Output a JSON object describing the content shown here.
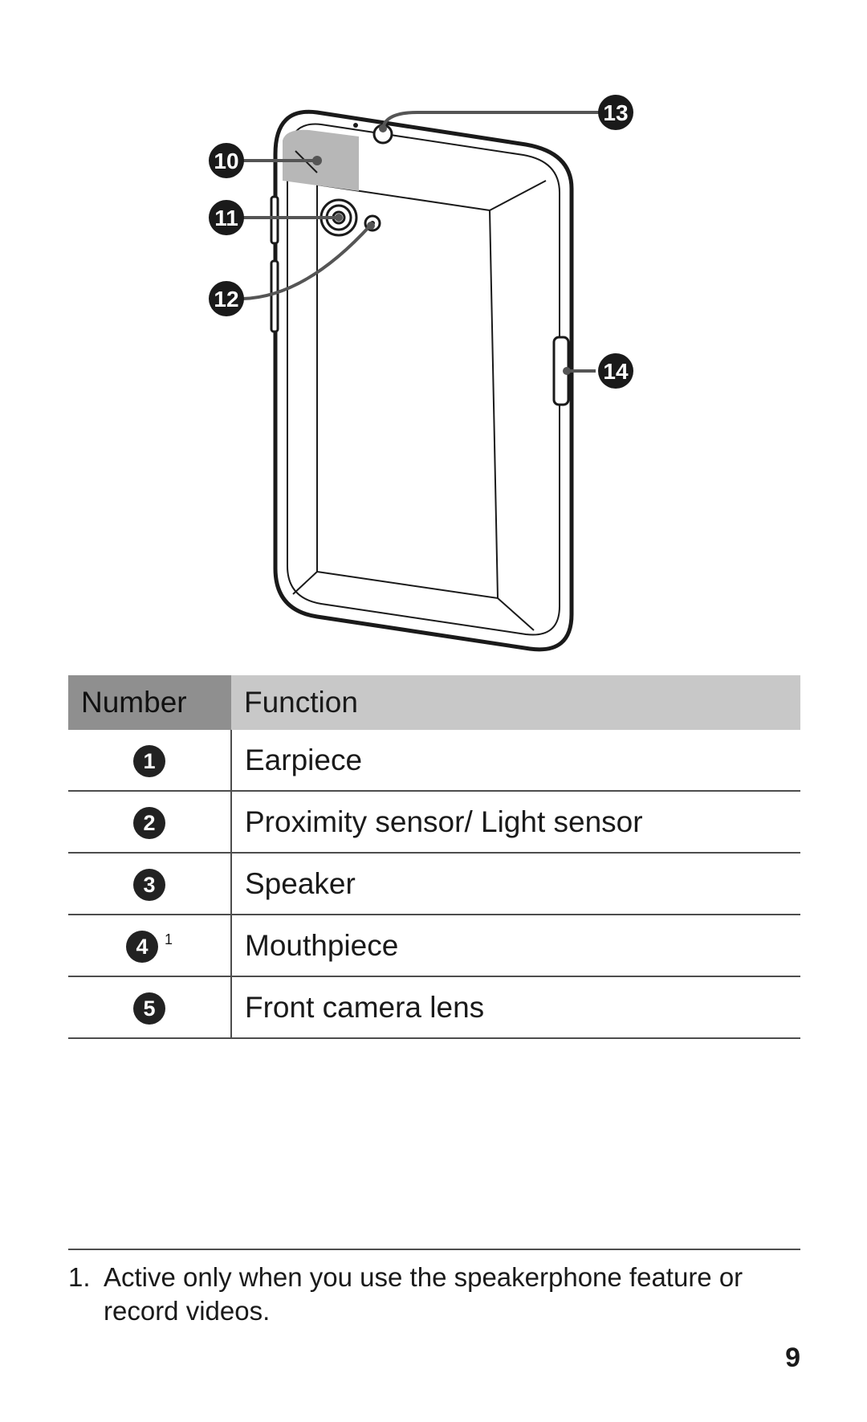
{
  "diagram": {
    "callouts": [
      "10",
      "11",
      "12",
      "13",
      "14"
    ]
  },
  "table": {
    "header_number": "Number",
    "header_function": "Function",
    "rows": [
      {
        "number": "1",
        "function": "Earpiece"
      },
      {
        "number": "2",
        "function": "Proximity sensor/ Light sensor"
      },
      {
        "number": "3",
        "function": "Speaker"
      },
      {
        "number": "4",
        "note_ref": "1",
        "function": "Mouthpiece"
      },
      {
        "number": "5",
        "function": "Front camera lens"
      }
    ]
  },
  "footnote": {
    "marker": "1.",
    "text": "Active only when you use the speakerphone feature or record videos."
  },
  "page_number": "9"
}
